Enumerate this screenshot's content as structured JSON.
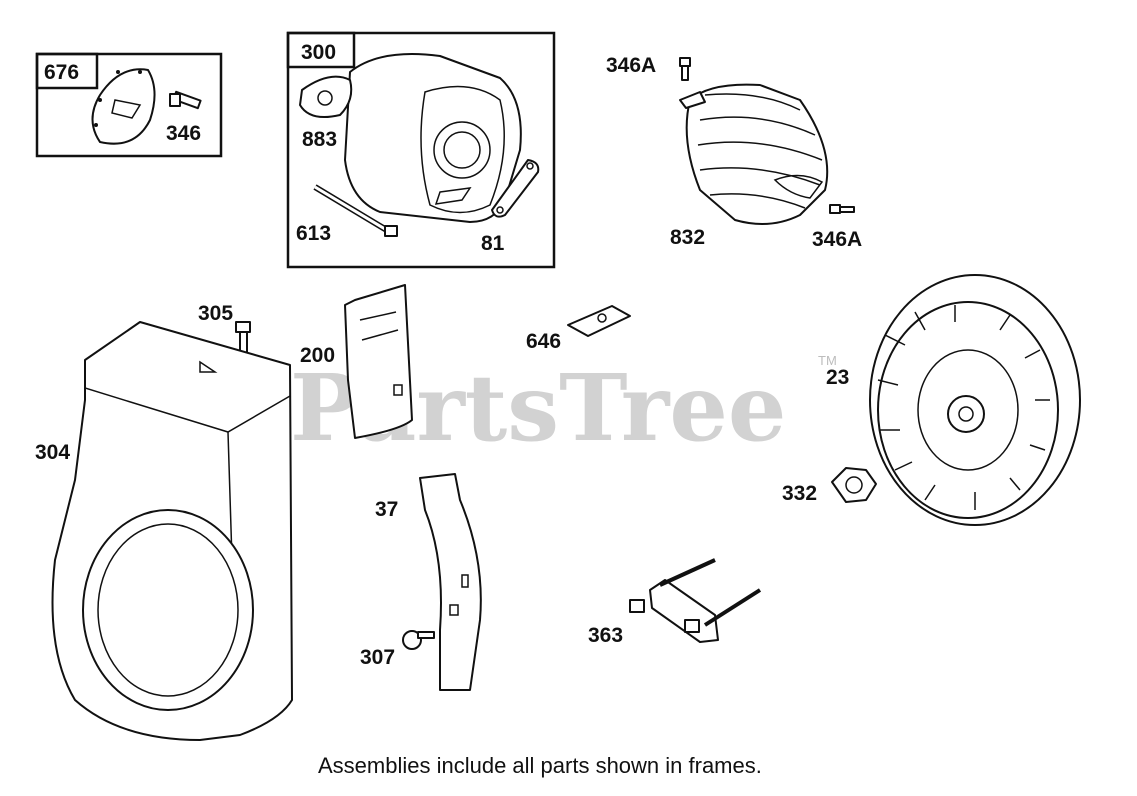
{
  "watermark": {
    "text": "PartsTree",
    "trademark": "TM"
  },
  "caption": "Assemblies include all parts shown in frames.",
  "frames": [
    {
      "id": "676"
    },
    {
      "id": "300"
    }
  ],
  "labels": [
    "676",
    "346",
    "300",
    "883",
    "613",
    "81",
    "346A",
    "832",
    "346A",
    "305",
    "200",
    "646",
    "23",
    "304",
    "37",
    "332",
    "307",
    "363"
  ]
}
